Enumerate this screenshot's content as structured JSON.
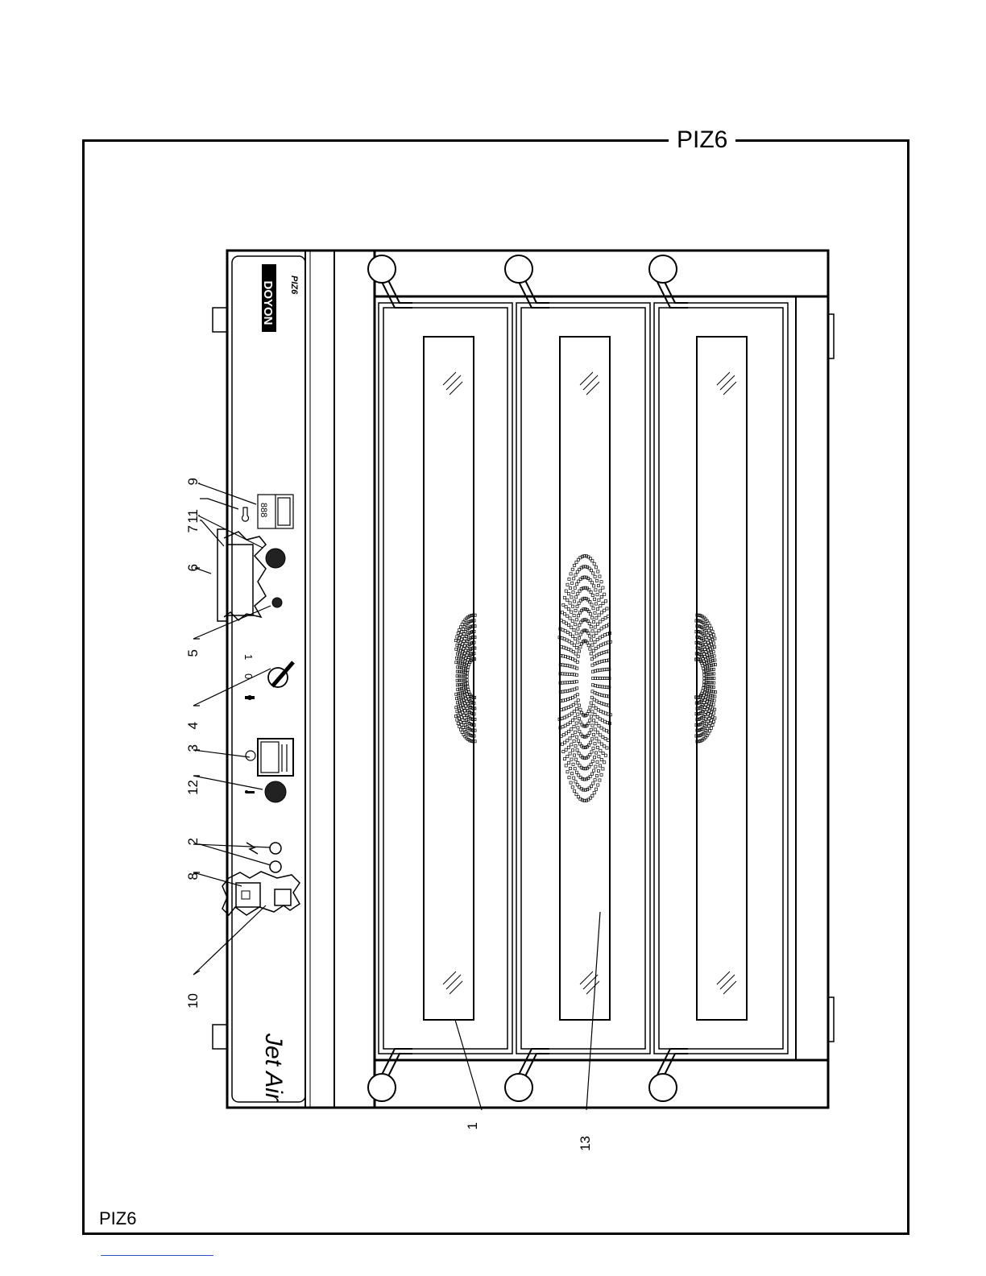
{
  "figure": {
    "model_title": "PIZ6",
    "model_label": "PIZ6"
  },
  "panel": {
    "brand": "DOYON",
    "model": "PIZ6",
    "script_logo": "Jet Air",
    "switch_off": "0",
    "switch_on": "1",
    "controller_digits": "888"
  },
  "callouts": [
    {
      "id": "c1",
      "label": "1"
    },
    {
      "id": "c2",
      "label": "2"
    },
    {
      "id": "c3",
      "label": "3"
    },
    {
      "id": "c4",
      "label": "4"
    },
    {
      "id": "c5",
      "label": "5"
    },
    {
      "id": "c6",
      "label": "6"
    },
    {
      "id": "c7",
      "label": "7"
    },
    {
      "id": "c8",
      "label": "8"
    },
    {
      "id": "c9",
      "label": "9"
    },
    {
      "id": "c10",
      "label": "10"
    },
    {
      "id": "c11",
      "label": "11"
    },
    {
      "id": "c12",
      "label": "12"
    },
    {
      "id": "c13",
      "label": "13"
    }
  ],
  "colors": {
    "ink": "#000000",
    "paper": "#ffffff",
    "footer_rule": "#3355cc"
  }
}
